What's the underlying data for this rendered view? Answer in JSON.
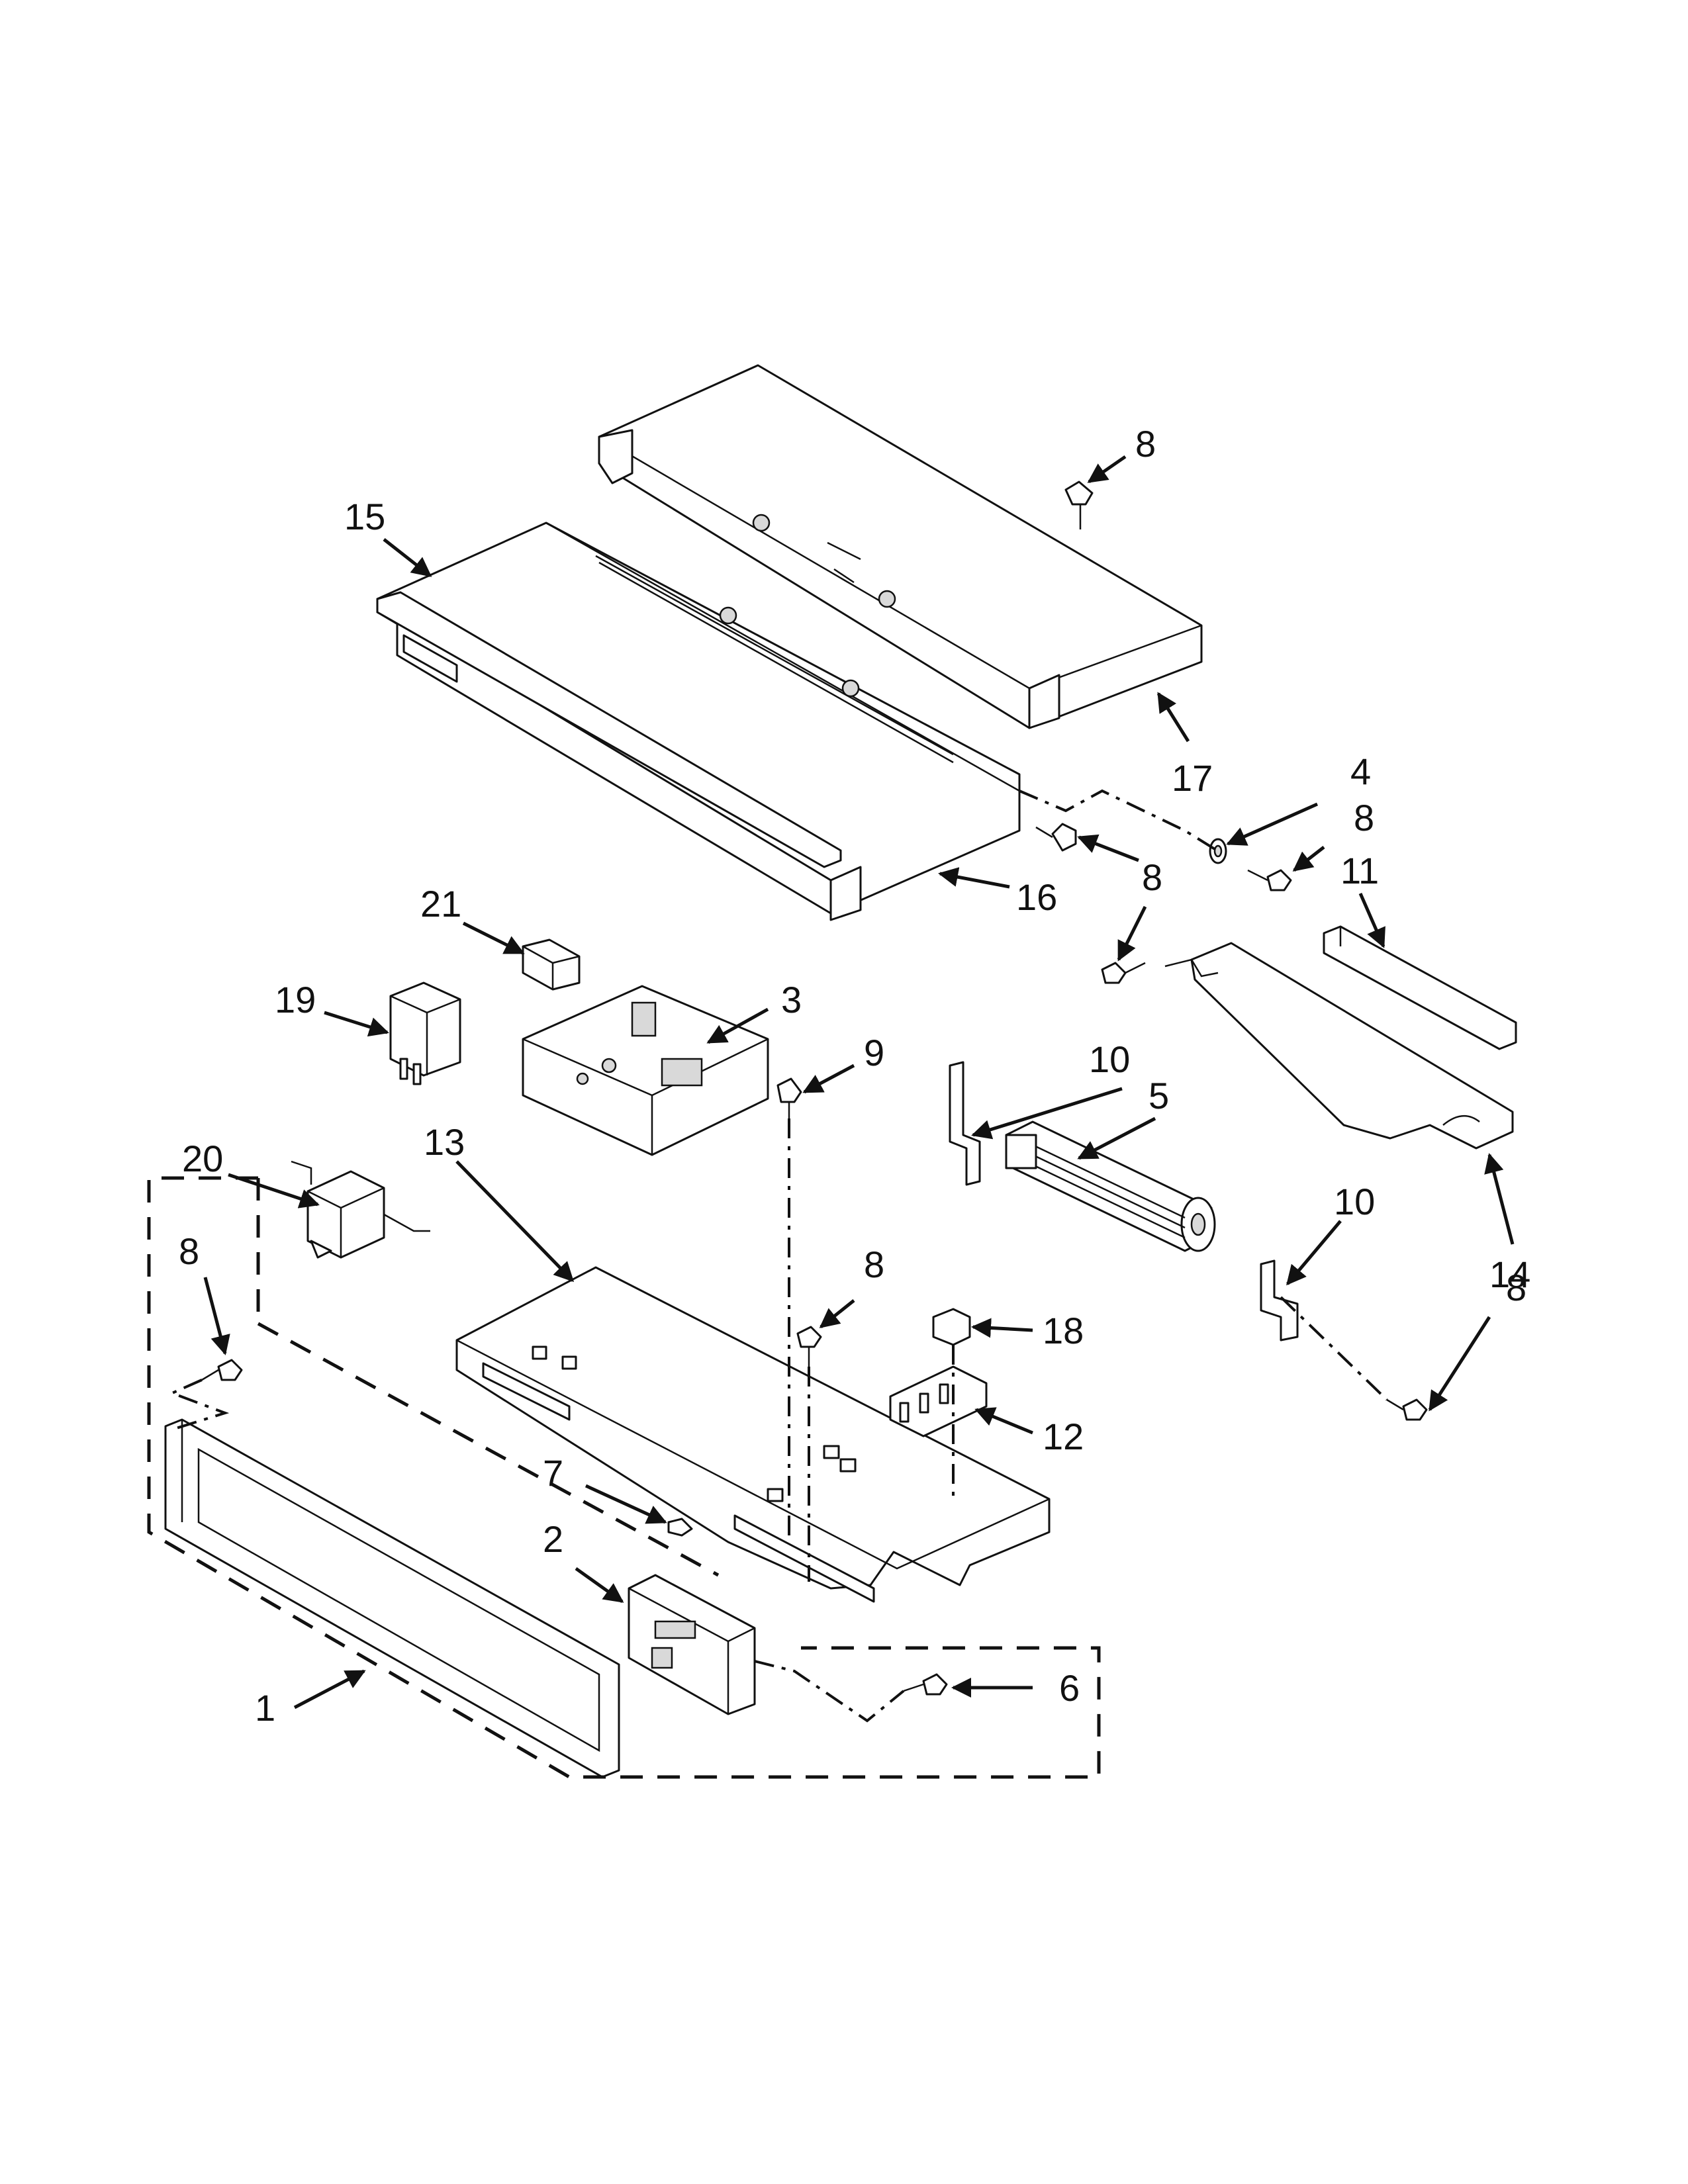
{
  "callouts": [
    {
      "id": "c8a",
      "text": "8"
    },
    {
      "id": "c15",
      "text": "15"
    },
    {
      "id": "c17",
      "text": "17"
    },
    {
      "id": "c4",
      "text": "4"
    },
    {
      "id": "c8b",
      "text": "8"
    },
    {
      "id": "c11",
      "text": "11"
    },
    {
      "id": "c16",
      "text": "16"
    },
    {
      "id": "c8c",
      "text": "8"
    },
    {
      "id": "c21",
      "text": "21"
    },
    {
      "id": "c3",
      "text": "3"
    },
    {
      "id": "c19",
      "text": "19"
    },
    {
      "id": "c9",
      "text": "9"
    },
    {
      "id": "c10a",
      "text": "10"
    },
    {
      "id": "c5",
      "text": "5"
    },
    {
      "id": "c20",
      "text": "20"
    },
    {
      "id": "c13",
      "text": "13"
    },
    {
      "id": "c8d",
      "text": "8"
    },
    {
      "id": "c10b",
      "text": "10"
    },
    {
      "id": "c14",
      "text": "14"
    },
    {
      "id": "c8e",
      "text": "8"
    },
    {
      "id": "c18",
      "text": "18"
    },
    {
      "id": "c8f",
      "text": "8"
    },
    {
      "id": "c12",
      "text": "12"
    },
    {
      "id": "c7",
      "text": "7"
    },
    {
      "id": "c2",
      "text": "2"
    },
    {
      "id": "c6",
      "text": "6"
    },
    {
      "id": "c1",
      "text": "1"
    }
  ]
}
